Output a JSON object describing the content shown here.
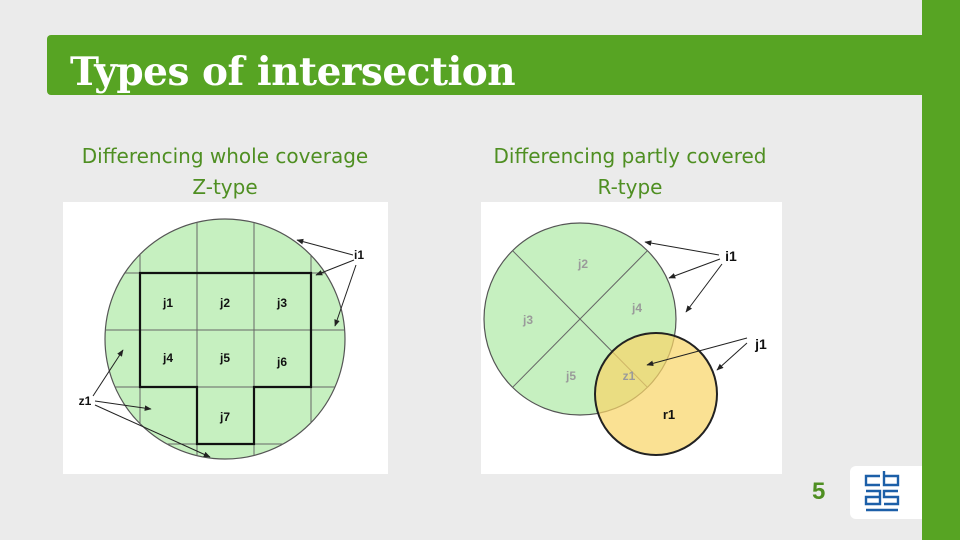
{
  "slide": {
    "title": "Types of intersection",
    "page_number": "5",
    "colors": {
      "background": "#ebebeb",
      "accent_green": "#57a423",
      "caption_green": "#4f8f22",
      "coverage_fill": "#c6f0c0",
      "r1_fill": "#f8d66a",
      "logo_blue": "#1c5fa8"
    }
  },
  "left_panel": {
    "caption_line1": "Differencing whole coverage",
    "caption_line2": "Z-type",
    "cells": [
      "j1",
      "j2",
      "j3",
      "j4",
      "j5",
      "j6",
      "j7"
    ],
    "label_i1": "i1",
    "label_z1": "z1"
  },
  "right_panel": {
    "caption_line1": "Differencing partly covered",
    "caption_line2": "R-type",
    "sectors": [
      "j2",
      "j3",
      "j4",
      "j5"
    ],
    "label_z1": "z1",
    "label_r1": "r1",
    "label_i1": "i1",
    "label_j1": "j1"
  },
  "logo": {
    "icon": "cbs-logo-icon"
  }
}
